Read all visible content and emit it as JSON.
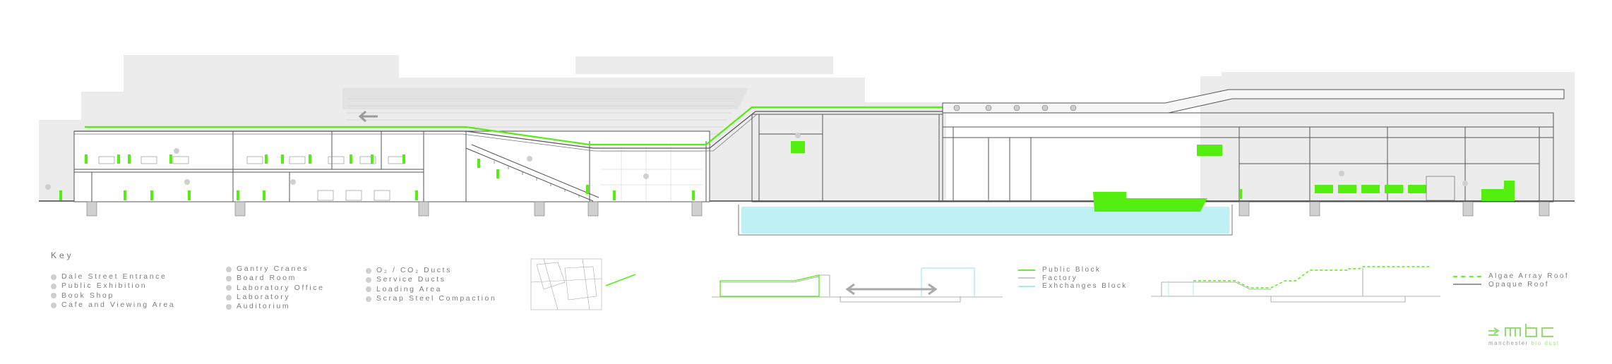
{
  "key": {
    "title": "Key",
    "columns": [
      [
        "Dale Street Entrance",
        "Public Exhibition",
        "Book Shop",
        "Cafe and Viewing Area"
      ],
      [
        "Gantry Cranes",
        "Board Room",
        "Laboratory Office",
        "Laboratory",
        "Auditorium"
      ],
      [
        "O₂ / CO₂ Ducts",
        "Service Ducts",
        "Loading Area",
        "Scrap Steel Compaction"
      ]
    ]
  },
  "legend_blocks": {
    "items": [
      {
        "label": "Public Block",
        "color": "#66ee33"
      },
      {
        "label": "Factory",
        "color": "#c8c8c8"
      },
      {
        "label": "Exhchanges Block",
        "color": "#a8ecef"
      }
    ]
  },
  "legend_roof": {
    "items": [
      {
        "label": "Algae Array Roof",
        "color": "#66ee33",
        "style": "dashed"
      },
      {
        "label": "Opaque Roof",
        "color": "#9a9a9a",
        "style": "solid"
      }
    ]
  },
  "brand": {
    "sub_word1": "manchester",
    "sub_word2": "bio dust"
  },
  "colors": {
    "accent_green": "#55ee11",
    "line_grey": "#6e6e6e",
    "background_grey": "#ececec",
    "water_cyan": "#bff1f4"
  }
}
